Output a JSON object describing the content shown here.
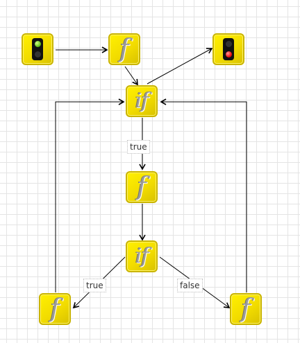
{
  "diagram": {
    "nodes": {
      "start": {
        "icon": "green-traffic-light-icon"
      },
      "func_top": {
        "icon": "function-icon",
        "label": "f"
      },
      "stop": {
        "icon": "red-traffic-light-icon"
      },
      "if_top": {
        "icon": "conditional-icon",
        "label": "if"
      },
      "func_middle": {
        "icon": "function-icon",
        "label": "f"
      },
      "if_bottom": {
        "icon": "conditional-icon",
        "label": "if"
      },
      "func_left": {
        "icon": "function-icon",
        "label": "f"
      },
      "func_right": {
        "icon": "function-icon",
        "label": "f"
      }
    },
    "edge_labels": {
      "if_top_true": "true",
      "if_bottom_true": "true",
      "if_bottom_false": "false"
    },
    "colors": {
      "node_fill": "#f2dc00",
      "node_border": "#c9b400",
      "edge": "#000000",
      "grid": "#e4e4e4"
    }
  }
}
